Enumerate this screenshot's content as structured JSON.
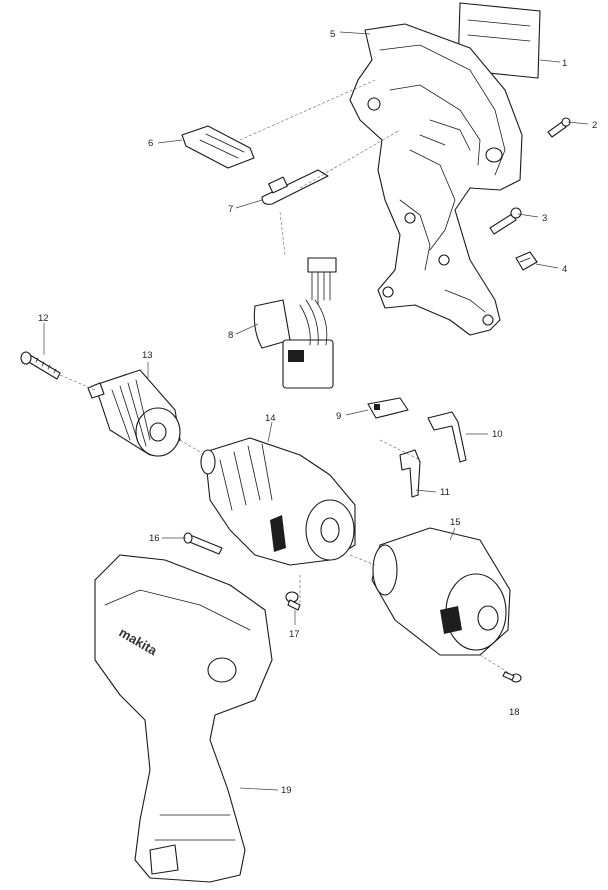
{
  "parts": [
    {
      "id": "p1",
      "number": "1"
    },
    {
      "id": "p2",
      "number": "2"
    },
    {
      "id": "p3",
      "number": "3"
    },
    {
      "id": "p4",
      "number": "4"
    },
    {
      "id": "p5",
      "number": "5"
    },
    {
      "id": "p6",
      "number": "6"
    },
    {
      "id": "p7",
      "number": "7"
    },
    {
      "id": "p8",
      "number": "8"
    },
    {
      "id": "p9",
      "number": "9"
    },
    {
      "id": "p10",
      "number": "10"
    },
    {
      "id": "p11",
      "number": "11"
    },
    {
      "id": "p12",
      "number": "12"
    },
    {
      "id": "p13",
      "number": "13"
    },
    {
      "id": "p14",
      "number": "14"
    },
    {
      "id": "p15",
      "number": "15"
    },
    {
      "id": "p16",
      "number": "16"
    },
    {
      "id": "p17",
      "number": "17"
    },
    {
      "id": "p18",
      "number": "18"
    },
    {
      "id": "p19",
      "number": "19"
    }
  ],
  "housing_logo_text": "makita"
}
